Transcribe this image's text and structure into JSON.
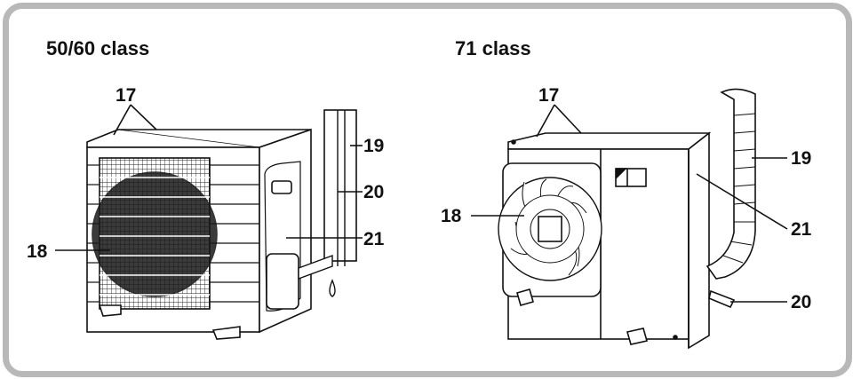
{
  "panels": [
    {
      "title": "50/60 class",
      "labels": {
        "top": "17",
        "fan": "18",
        "pipe_cover": "19",
        "drain": "20",
        "side": "21"
      }
    },
    {
      "title": "71 class",
      "labels": {
        "top": "17",
        "fan": "18",
        "pipe_cover": "19",
        "drain": "20",
        "side": "21"
      }
    }
  ],
  "colors": {
    "border": "#b8b8b8",
    "ink": "#111111",
    "grille_dark": "#1a1a1a"
  }
}
